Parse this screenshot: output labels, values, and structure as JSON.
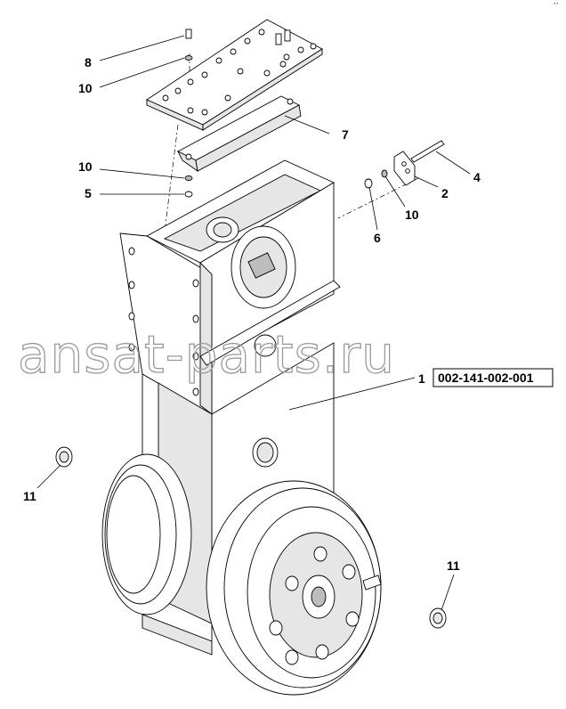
{
  "diagram": {
    "part_number": "002-141-002-001",
    "watermark": "ansat-parts.ru",
    "corner_mark": "´´",
    "callouts": [
      {
        "id": "c8",
        "text": "8"
      },
      {
        "id": "c10a",
        "text": "10"
      },
      {
        "id": "c7",
        "text": "7"
      },
      {
        "id": "c10b",
        "text": "10"
      },
      {
        "id": "c5",
        "text": "5"
      },
      {
        "id": "c4",
        "text": "4"
      },
      {
        "id": "c2",
        "text": "2"
      },
      {
        "id": "c10c",
        "text": "10"
      },
      {
        "id": "c6",
        "text": "6"
      },
      {
        "id": "c1",
        "text": "1"
      },
      {
        "id": "c11a",
        "text": "11"
      },
      {
        "id": "c11b",
        "text": "11"
      }
    ]
  }
}
